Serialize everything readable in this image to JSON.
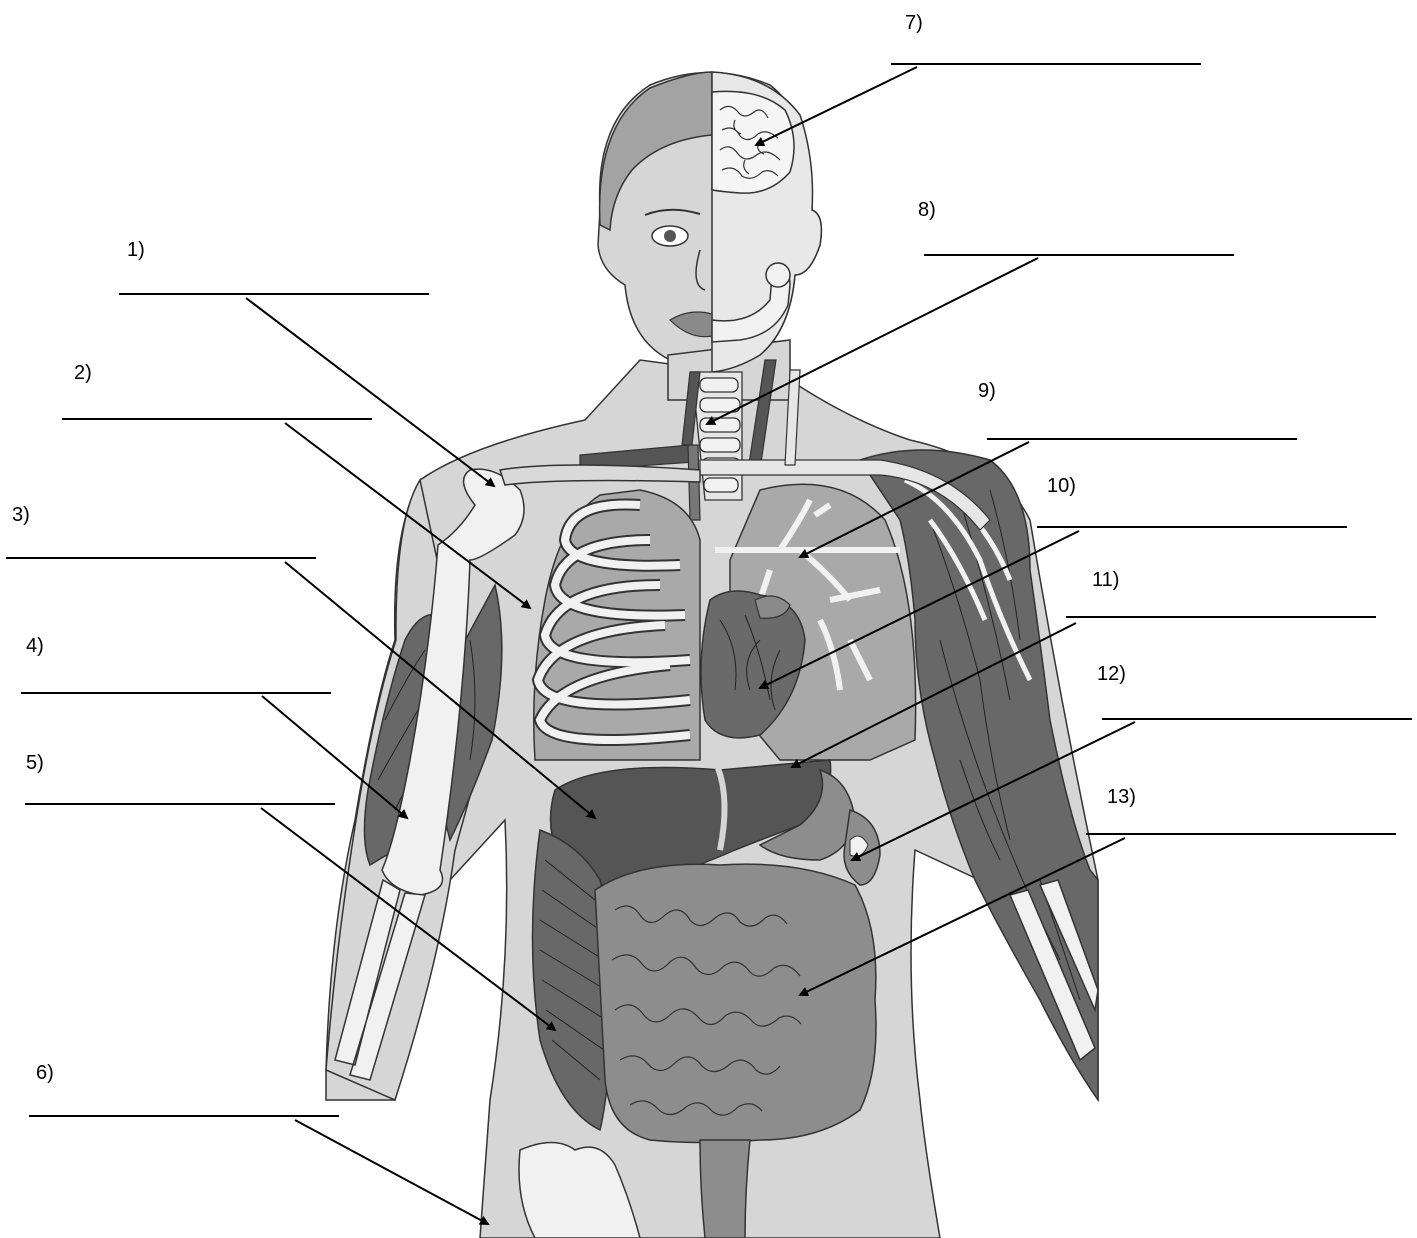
{
  "labels": [
    {
      "number": "1)",
      "answer": ""
    },
    {
      "number": "2)",
      "answer": ""
    },
    {
      "number": "3)",
      "answer": ""
    },
    {
      "number": "4)",
      "answer": ""
    },
    {
      "number": "5)",
      "answer": ""
    },
    {
      "number": "6)",
      "answer": ""
    },
    {
      "number": "7)",
      "answer": ""
    },
    {
      "number": "8)",
      "answer": ""
    },
    {
      "number": "9)",
      "answer": ""
    },
    {
      "number": "10)",
      "answer": ""
    },
    {
      "number": "11)",
      "answer": ""
    },
    {
      "number": "12)",
      "answer": ""
    },
    {
      "number": "13)",
      "answer": ""
    }
  ],
  "colors": {
    "skin": "#d6d6d6",
    "hair": "#a3a3a3",
    "bone": "#f1f1f1",
    "muscle": "#686868",
    "lung": "#a9a9a9",
    "liver": "#555555",
    "intestine": "#8d8d8d",
    "outline": "#333333"
  }
}
